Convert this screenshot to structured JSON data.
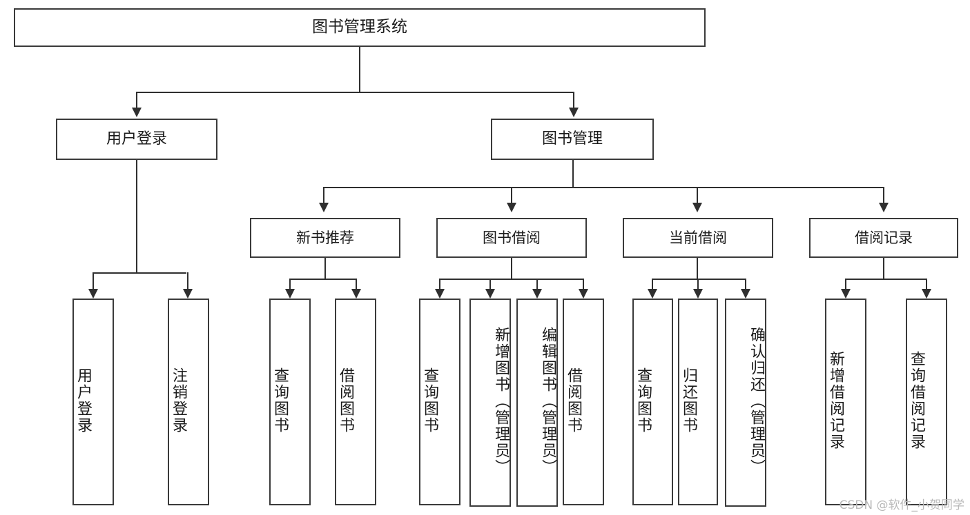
{
  "diagram": {
    "type": "tree",
    "title": "图书管理系统",
    "watermark": "CSDN @软件_小贺同学",
    "colors": {
      "box_border": "#3a3a3a",
      "edge": "#2f2f2f",
      "background": "#ffffff",
      "text": "#1b1b1b",
      "watermark": "#b9b9b9"
    },
    "nodes": {
      "root": "图书管理系统",
      "level2": [
        {
          "label": "用户登录"
        },
        {
          "label": "图书管理"
        }
      ],
      "level3": [
        {
          "label": "新书推荐"
        },
        {
          "label": "图书借阅"
        },
        {
          "label": "当前借阅"
        },
        {
          "label": "借阅记录"
        }
      ],
      "leaves": {
        "user_login": [
          {
            "label": "用户登录"
          },
          {
            "label": "注销登录"
          }
        ],
        "new_book_recommend": [
          {
            "label": "查询图书"
          },
          {
            "label": "借阅图书"
          }
        ],
        "book_borrow": [
          {
            "label": "查询图书"
          },
          {
            "label": "新增图书（管理员）"
          },
          {
            "label": "编辑图书（管理员）"
          },
          {
            "label": "借阅图书"
          }
        ],
        "current_borrow": [
          {
            "label": "查询图书"
          },
          {
            "label": "归还图书"
          },
          {
            "label": "确认归还（管理员）"
          }
        ],
        "borrow_record": [
          {
            "label": "新增借阅记录"
          },
          {
            "label": "查询借阅记录"
          }
        ]
      }
    }
  }
}
